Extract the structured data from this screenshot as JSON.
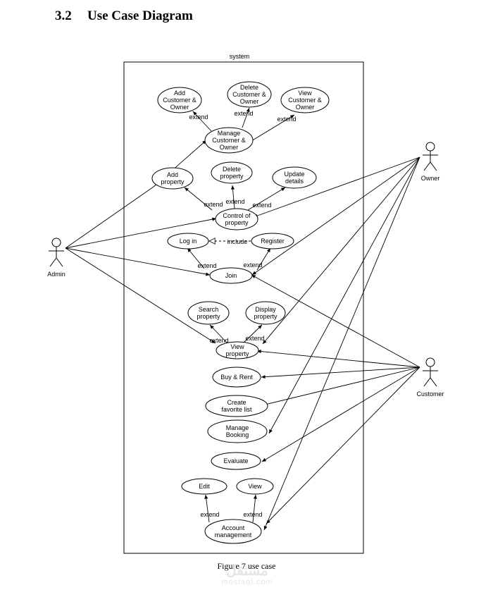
{
  "section": {
    "number": "3.2",
    "title": "Use Case Diagram"
  },
  "figure_caption": "Figure 7 use case",
  "watermark": {
    "arabic": "مستقل",
    "latin": "mostaql.com"
  },
  "system_label": "system",
  "actors": {
    "admin": "Admin",
    "owner": "Owner",
    "customer": "Customer"
  },
  "relation_labels": {
    "extend": "extend",
    "include": "include"
  },
  "use_cases": {
    "add_customer_owner": [
      "Add",
      "Customer &",
      "Owner"
    ],
    "delete_customer_owner": [
      "Delete",
      "Customer &",
      "Owner"
    ],
    "view_customer_owner": [
      "View",
      "Customer &",
      "Owner"
    ],
    "manage_customer_owner": [
      "Manage",
      "Customer &",
      "Owner"
    ],
    "add_property": [
      "Add",
      "property"
    ],
    "delete_property": [
      "Delete",
      "property"
    ],
    "update_details": [
      "Update",
      "details"
    ],
    "control_of_property": [
      "Control of",
      "property"
    ],
    "log_in": [
      "Log in"
    ],
    "register": [
      "Register"
    ],
    "join": [
      "Join"
    ],
    "search_property": [
      "Search",
      "property"
    ],
    "display_property": [
      "Display",
      "property"
    ],
    "view_property": [
      "View",
      "property"
    ],
    "buy_rent": [
      "Buy & Rent"
    ],
    "create_favorite_list": [
      "Create",
      "favorite list"
    ],
    "manage_booking": [
      "Manage",
      "Booking"
    ],
    "evaluate": [
      "Evaluate"
    ],
    "edit": [
      "Edit"
    ],
    "view": [
      "View"
    ],
    "account_management": [
      "Account",
      "management"
    ]
  }
}
